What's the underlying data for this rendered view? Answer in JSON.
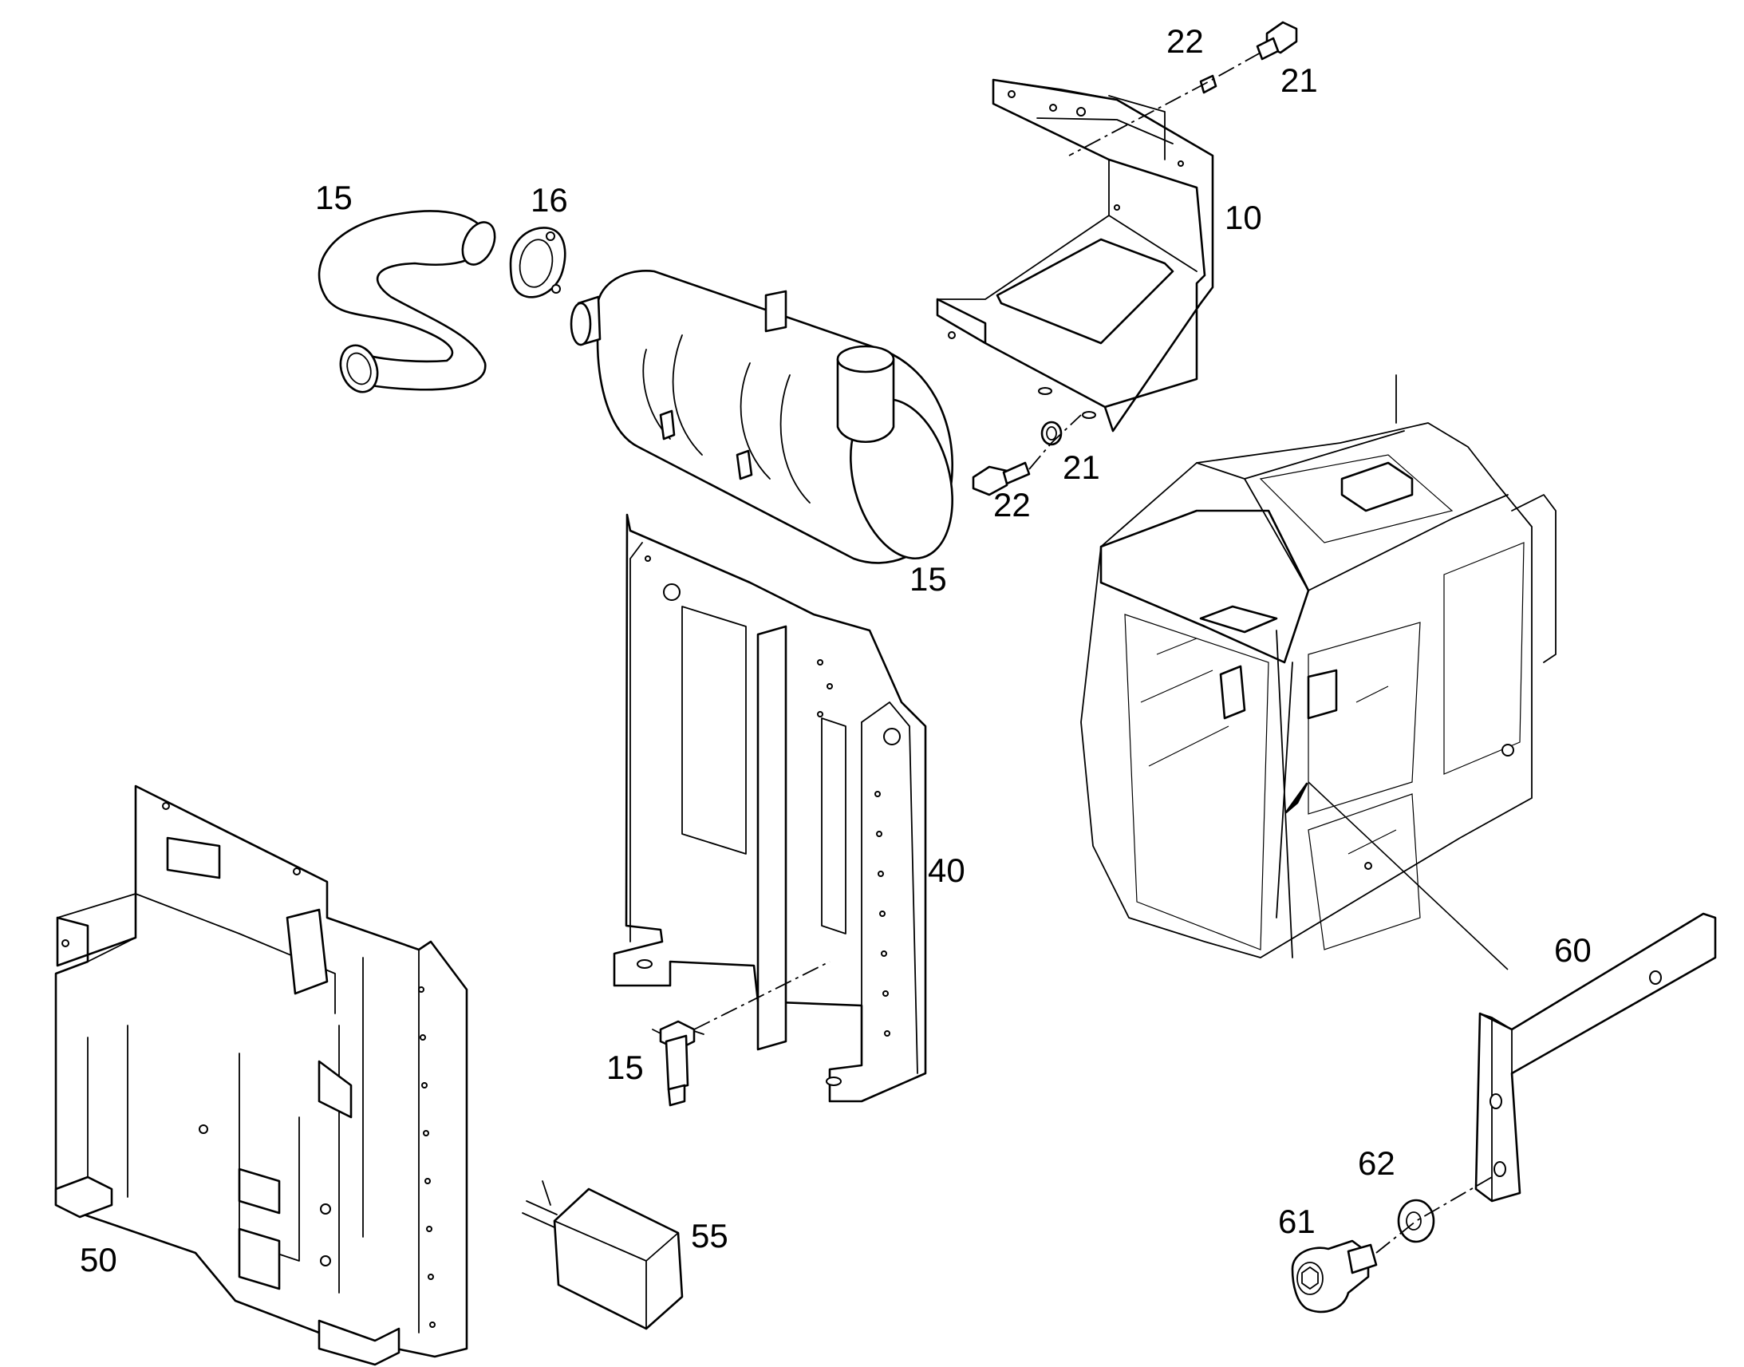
{
  "diagram": {
    "type": "exploded-parts-diagram",
    "callouts": {
      "c15_hose": "15",
      "c16": "16",
      "c22_top": "22",
      "c21_top": "21",
      "c10": "10",
      "c21_mid": "21",
      "c22_mid": "22",
      "c15_filter": "15",
      "c40": "40",
      "c15_sensor": "15",
      "c50": "50",
      "c55": "55",
      "c60": "60",
      "c62": "62",
      "c61": "61"
    }
  }
}
